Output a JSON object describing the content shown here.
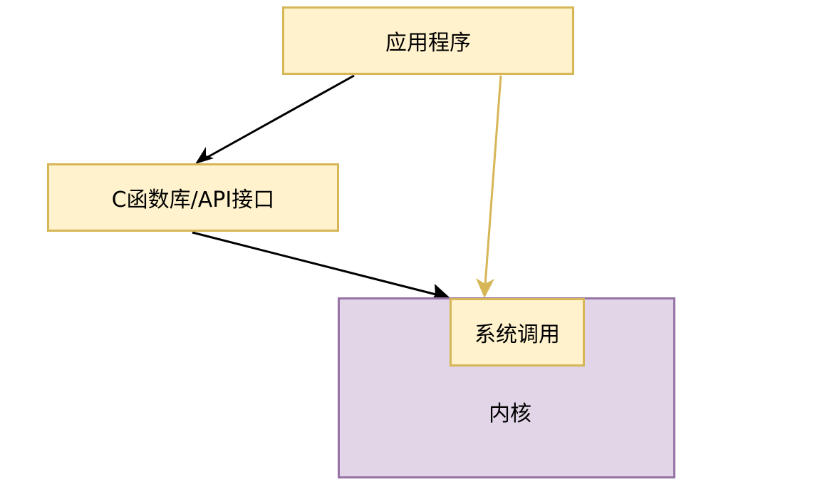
{
  "diagram": {
    "nodes": {
      "app": {
        "label": "应用程序",
        "fill": "#fff2cc",
        "stroke": "#d6b656"
      },
      "lib": {
        "label": "C函数库/API接口",
        "fill": "#fff2cc",
        "stroke": "#d6b656"
      },
      "kernel": {
        "label": "内核",
        "fill": "#e1d5e7",
        "stroke": "#9673a6"
      },
      "syscall": {
        "label": "系统调用",
        "fill": "#fff2cc",
        "stroke": "#d6b656"
      }
    },
    "edges": [
      {
        "from": "app",
        "to": "lib",
        "color": "#000000"
      },
      {
        "from": "lib",
        "to": "syscall",
        "color": "#000000"
      },
      {
        "from": "app",
        "to": "syscall",
        "color": "#d6b656"
      }
    ]
  }
}
